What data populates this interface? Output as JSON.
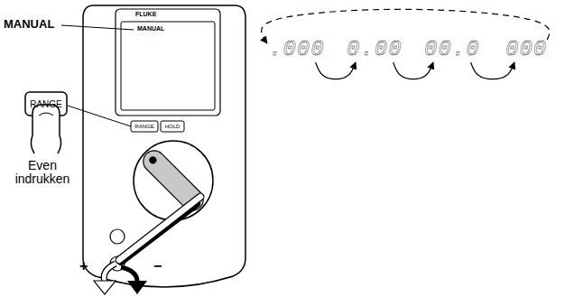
{
  "diagram": {
    "nodes": [
      {
        "text": [
          ".000"
        ]
      },
      {
        "text": [
          "0.00"
        ]
      },
      {
        "text": [
          "00.0"
        ]
      },
      {
        "text": [
          "000"
        ]
      }
    ],
    "edges": [
      {
        "from": 0,
        "to": 1,
        "arrow": "to"
      },
      {
        "from": 1,
        "to": 2,
        "arrow": "to"
      },
      {
        "from": 2,
        "to": 3,
        "arrow": "to"
      },
      {
        "from": 3,
        "to": 0,
        "arrow": "to"
      }
    ],
    "labels": [
      "MANUAL",
      "FLUKE",
      "MANUAL",
      "RANGE",
      "RANGE",
      "HOLD",
      "Even indrukken",
      "+",
      "−"
    ]
  }
}
